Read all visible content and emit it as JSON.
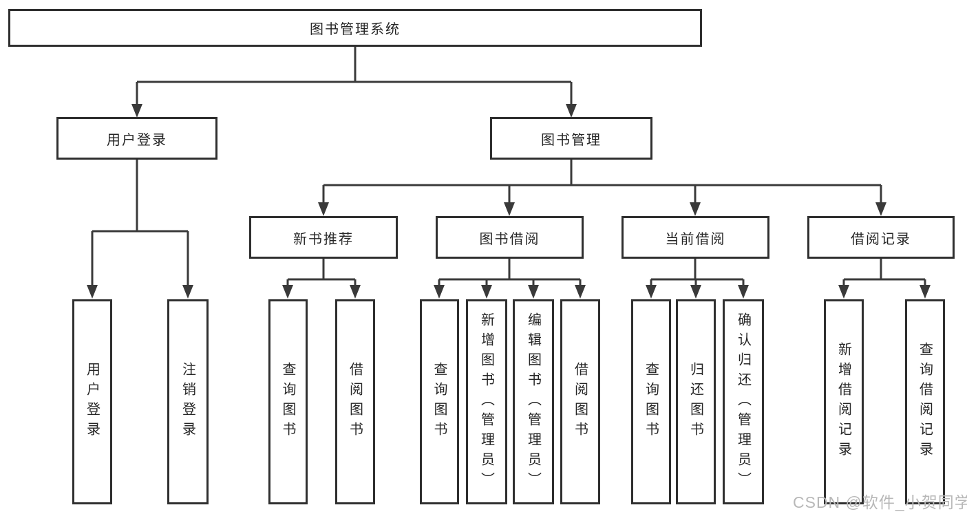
{
  "diagram": {
    "title": "图书管理系统",
    "tree": {
      "label": "图书管理系统",
      "children": [
        {
          "label": "用户登录",
          "children": [
            {
              "label": "用户登录"
            },
            {
              "label": "注销登录"
            }
          ]
        },
        {
          "label": "图书管理",
          "children": [
            {
              "label": "新书推荐",
              "children": [
                {
                  "label": "查询图书"
                },
                {
                  "label": "借阅图书"
                }
              ]
            },
            {
              "label": "图书借阅",
              "children": [
                {
                  "label": "查询图书"
                },
                {
                  "label": "新增图书（管理员）"
                },
                {
                  "label": "编辑图书（管理员）"
                },
                {
                  "label": "借阅图书"
                }
              ]
            },
            {
              "label": "当前借阅",
              "children": [
                {
                  "label": "查询图书"
                },
                {
                  "label": "归还图书"
                },
                {
                  "label": "确认归还（管理员）"
                }
              ]
            },
            {
              "label": "借阅记录",
              "children": [
                {
                  "label": "新增借阅记录"
                },
                {
                  "label": "查询借阅记录"
                }
              ]
            }
          ]
        }
      ]
    },
    "colors": {
      "line": "#3a3a3a",
      "box_border": "#2f2f2f",
      "text": "#262626",
      "background": "#ffffff"
    }
  },
  "watermark": {
    "text": "CSDN @软件_小贺同学",
    "color": "#b8b8b8"
  }
}
